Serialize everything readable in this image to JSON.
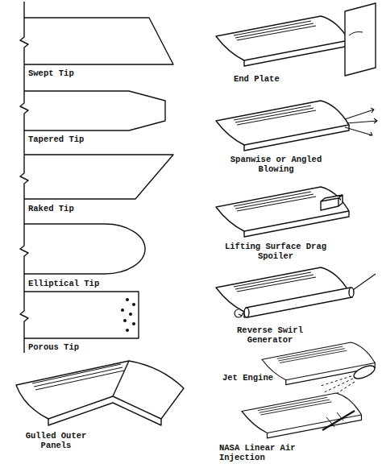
{
  "diagram": {
    "labels": [
      "Swept Tip",
      "Tapered Tip",
      "Raked Tip",
      "Elliptical Tip",
      "Porous Tip",
      "Gulled Outer Panels",
      "End Plate",
      "Spanwise or Angled Blowing",
      "Lifting Surface Drag Spoiler",
      "Reverse Swirl Generator",
      "Jet Engine",
      "NASA Linear Air Injection"
    ]
  }
}
